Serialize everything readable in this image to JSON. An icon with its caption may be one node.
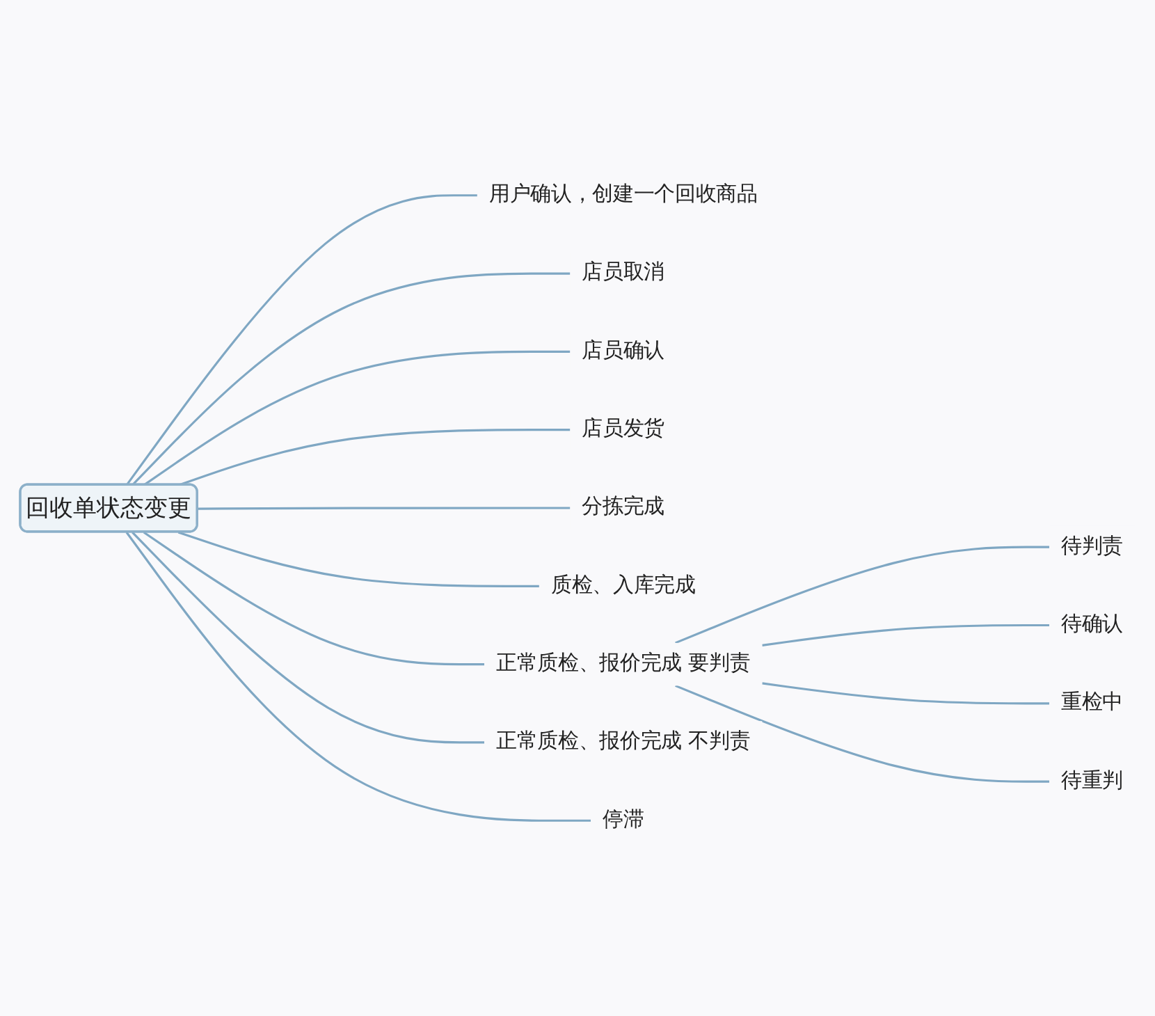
{
  "diagram": {
    "nodes": [
      {
        "text": [
          "回收单状态变更"
        ]
      },
      {
        "text": [
          "用户确认，创建一个回收商品"
        ]
      },
      {
        "text": [
          "店员取消"
        ]
      },
      {
        "text": [
          "店员确认"
        ]
      },
      {
        "text": [
          "店员发货"
        ]
      },
      {
        "text": [
          "分拣完成"
        ]
      },
      {
        "text": [
          "质检、入库完成"
        ]
      },
      {
        "text": [
          "正常质检、报价完成 要判责"
        ]
      },
      {
        "text": [
          "待判责"
        ]
      },
      {
        "text": [
          "待确认"
        ]
      },
      {
        "text": [
          "重检中"
        ]
      },
      {
        "text": [
          "待重判"
        ]
      },
      {
        "text": [
          "正常质检、报价完成 不判责"
        ]
      },
      {
        "text": [
          "停滞"
        ]
      }
    ],
    "edges": [
      {
        "from": 0,
        "to": 1,
        "arrow": "none"
      },
      {
        "from": 0,
        "to": 2,
        "arrow": "none"
      },
      {
        "from": 0,
        "to": 3,
        "arrow": "none"
      },
      {
        "from": 0,
        "to": 4,
        "arrow": "none"
      },
      {
        "from": 0,
        "to": 5,
        "arrow": "none"
      },
      {
        "from": 0,
        "to": 6,
        "arrow": "none"
      },
      {
        "from": 0,
        "to": 7,
        "arrow": "none"
      },
      {
        "from": 7,
        "to": 8,
        "arrow": "none"
      },
      {
        "from": 7,
        "to": 9,
        "arrow": "none"
      },
      {
        "from": 7,
        "to": 10,
        "arrow": "none"
      },
      {
        "from": 7,
        "to": 11,
        "arrow": "none"
      },
      {
        "from": 0,
        "to": 12,
        "arrow": "none"
      },
      {
        "from": 0,
        "to": 13,
        "arrow": "none"
      }
    ]
  }
}
